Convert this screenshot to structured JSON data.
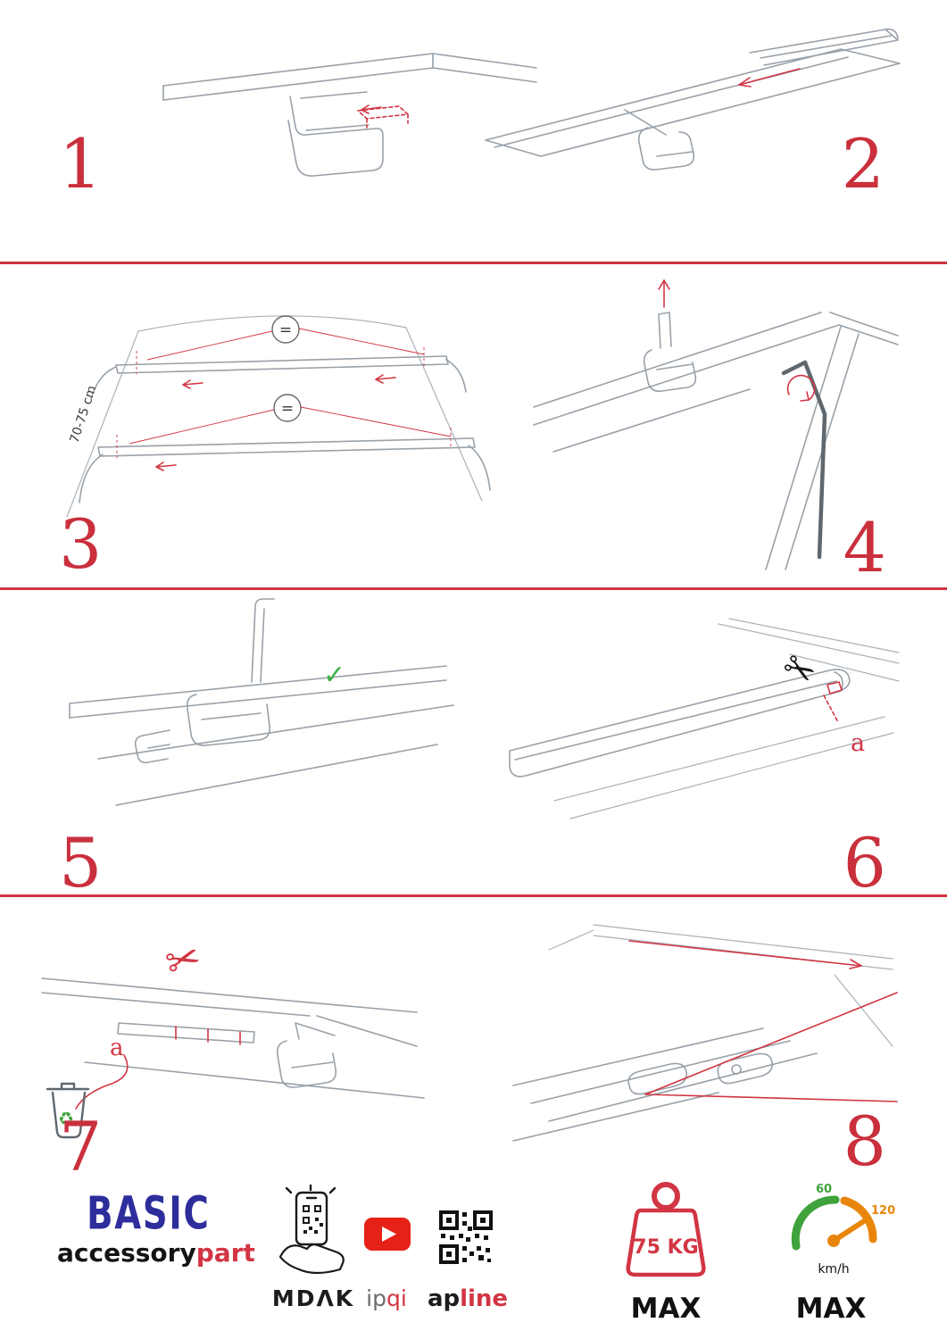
{
  "steps": [
    {
      "number": "1"
    },
    {
      "number": "2"
    },
    {
      "number": "3",
      "equal_symbol": "=",
      "measure_label": "70-75 cm"
    },
    {
      "number": "4"
    },
    {
      "number": "5"
    },
    {
      "number": "6",
      "part_label": "a"
    },
    {
      "number": "7",
      "part_label": "a"
    },
    {
      "number": "8"
    }
  ],
  "icons": {
    "scissors": "✂",
    "recycle": "♻",
    "check": "✓"
  },
  "footer": {
    "brand_name": "BASIC",
    "brand_word_black": "accessory",
    "brand_word_red": "part",
    "partner_mdak": "MDΛK",
    "partner_ipqi_gray": "ip",
    "partner_ipqi_red": "qi",
    "partner_apline_black": "ap",
    "partner_apline_red": "line",
    "weight_value": "75 KG",
    "weight_max_label": "MAX",
    "speed_min_label": "60",
    "speed_max_value": "120",
    "speed_unit": "km/h",
    "speed_max_label": "MAX"
  },
  "colors": {
    "accent_red": "#d23543",
    "brand_blue": "#2e2d9c",
    "eco_green": "#3fa23c",
    "gauge_orange": "#e8860c"
  }
}
